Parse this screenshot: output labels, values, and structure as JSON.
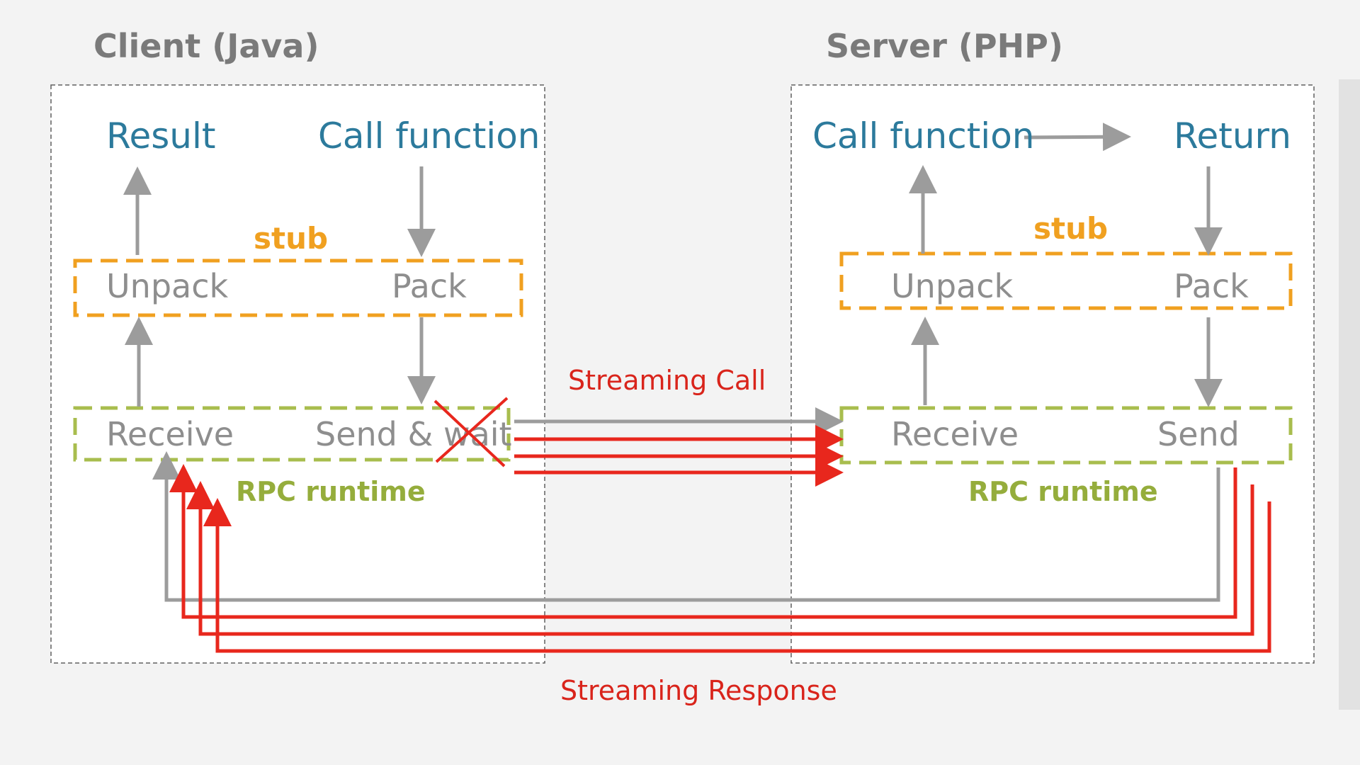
{
  "client": {
    "title": "Client (Java)",
    "result_label": "Result",
    "call_function_label": "Call function",
    "stub_label": "stub",
    "unpack_label": "Unpack",
    "pack_label": "Pack",
    "receive_label": "Receive",
    "send_wait_label": "Send & wait",
    "runtime_label": "RPC runtime"
  },
  "server": {
    "title": "Server (PHP)",
    "call_function_label": "Call function",
    "return_label": "Return",
    "stub_label": "stub",
    "unpack_label": "Unpack",
    "pack_label": "Pack",
    "receive_label": "Receive",
    "send_label": "Send",
    "runtime_label": "RPC runtime"
  },
  "streaming_call_label": "Streaming Call",
  "streaming_response_label": "Streaming Response",
  "colors": {
    "background": "#f3f3f3",
    "title_gray": "#7a7a7a",
    "label_blue": "#2c7a9c",
    "label_gray": "#8e8e8e",
    "stub_orange": "#f0a020",
    "runtime_green": "#95ad3c",
    "stream_red": "#d9241b",
    "arrow_gray": "#9c9c9c"
  }
}
